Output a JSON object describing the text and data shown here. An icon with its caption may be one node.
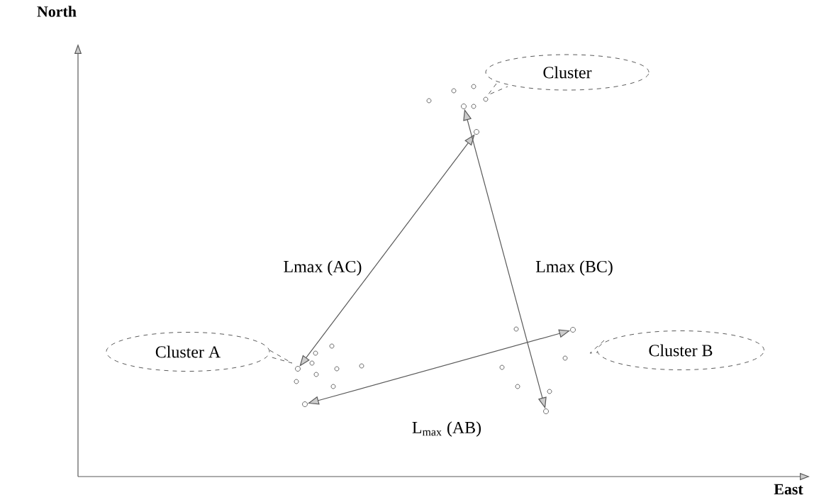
{
  "diagram": {
    "nodes": [
      {
        "text": [
          "Cluster A"
        ]
      },
      {
        "text": [
          "Cluster"
        ]
      },
      {
        "text": [
          "Cluster B"
        ]
      },
      {
        "text": [],
        "shape": "circle"
      },
      {
        "text": [],
        "shape": "circle"
      },
      {
        "text": [],
        "shape": "circle"
      },
      {
        "text": [],
        "shape": "circle"
      },
      {
        "text": [],
        "shape": "circle"
      },
      {
        "text": [],
        "shape": "circle"
      }
    ],
    "edges": [
      {
        "from": 3,
        "to": 4,
        "arrow": "both",
        "label": "Lmax (AC)"
      },
      {
        "from": 5,
        "to": 6,
        "arrow": "both",
        "label": "Lmax (BC)"
      },
      {
        "from": 8,
        "to": 7,
        "arrow": "both",
        "label": "L$_{max}$ (AB)"
      }
    ],
    "labels": [
      "North",
      "East"
    ]
  }
}
